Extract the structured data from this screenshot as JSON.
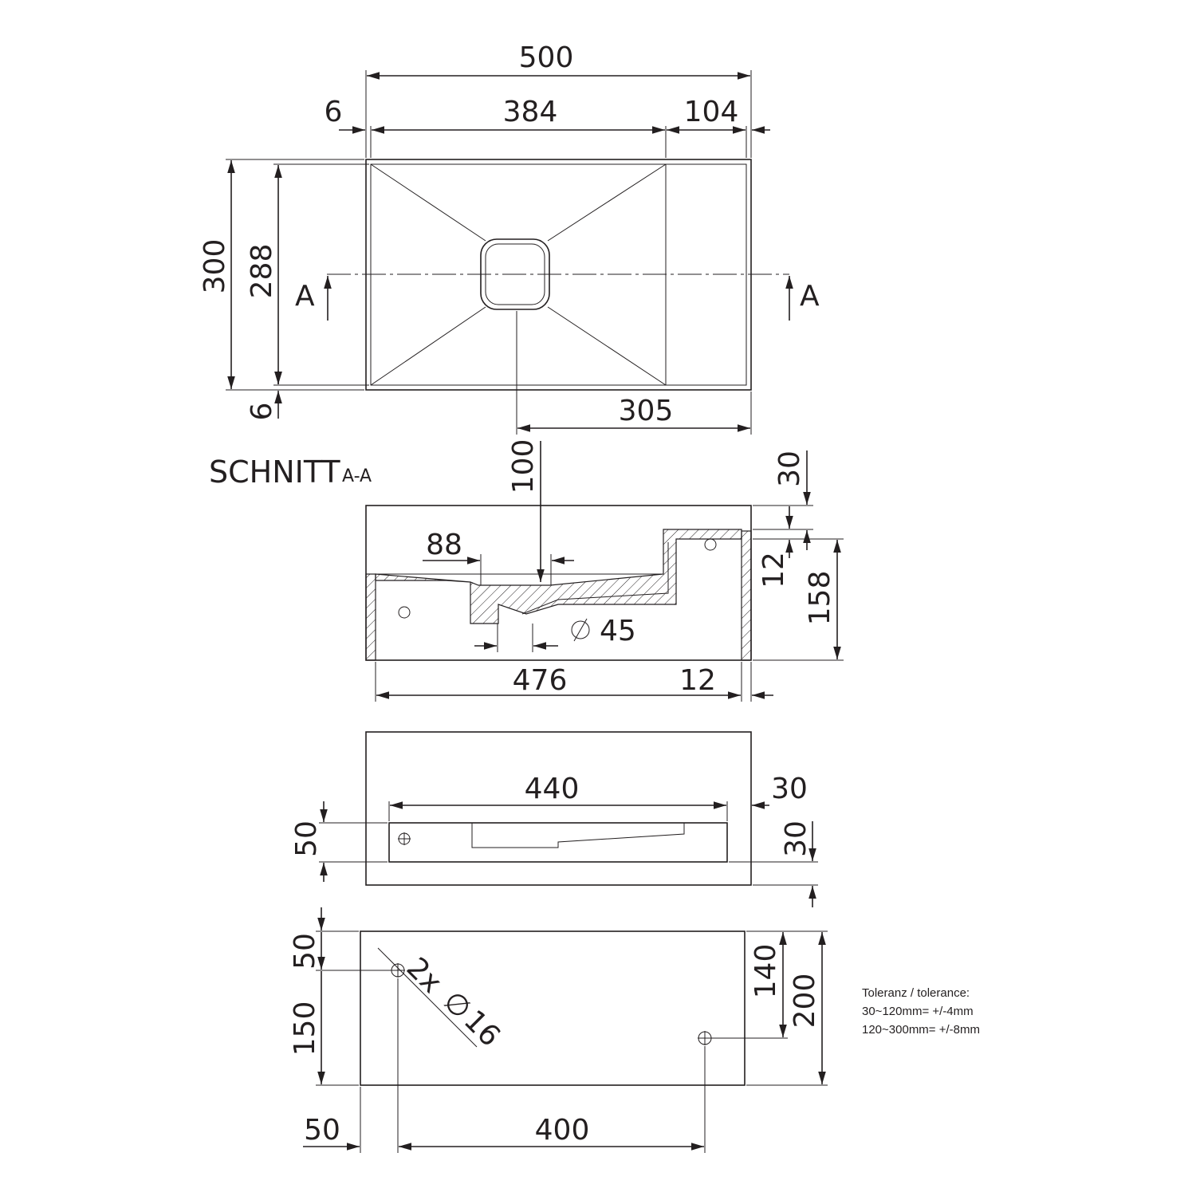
{
  "top_view": {
    "overall_width": "500",
    "rim_left": "6",
    "basin_width": "384",
    "shelf_width": "104",
    "overall_depth": "300",
    "basin_depth": "288",
    "rim_bottom": "6",
    "drain_offset": "305",
    "section_marker": "A"
  },
  "section": {
    "title": "SCHNITT",
    "subtitle": "A-A",
    "drain_depth": "100",
    "drain_width": "88",
    "outlet_diameter": "45",
    "inner_length": "476",
    "wall_thickness": "12",
    "shelf_drop": "30",
    "shelf_thickness": "12",
    "overall_height": "158"
  },
  "rear_view": {
    "slot_length": "440",
    "slot_end_offset": "30",
    "slot_height": "50",
    "slot_bottom_offset": "30"
  },
  "bottom_view": {
    "hole_edge_offset": "50",
    "hole_spacing_vertical": "150",
    "hole_note": "2x",
    "hole_diameter": "16",
    "hole_height": "140",
    "overall_depth": "200",
    "hole_left_offset": "50",
    "hole_spacing": "400"
  },
  "tolerance": {
    "heading": "Toleranz / tolerance:",
    "line1": "30~120mm= +/-4mm",
    "line2": "120~300mm= +/-8mm"
  },
  "symbols": {
    "diameter": "∅"
  }
}
